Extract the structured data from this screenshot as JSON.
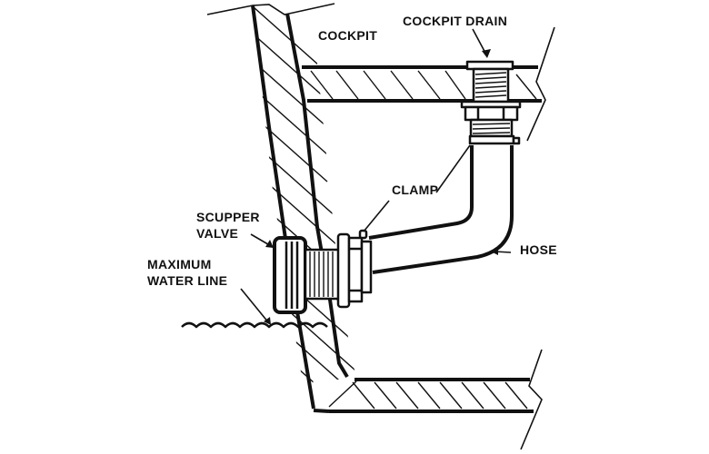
{
  "diagram": {
    "title": "Cockpit scupper drain installation",
    "labels": {
      "cockpit": "COCKPIT",
      "cockpit_drain": "COCKPIT DRAIN",
      "clamp": "CLAMP",
      "scupper_valve_line1": "SCUPPER",
      "scupper_valve_line2": "VALVE",
      "max_water_line1": "MAXIMUM",
      "max_water_line2": "WATER LINE",
      "hose": "HOSE"
    },
    "colors": {
      "ink": "#111111",
      "background": "#ffffff"
    }
  }
}
